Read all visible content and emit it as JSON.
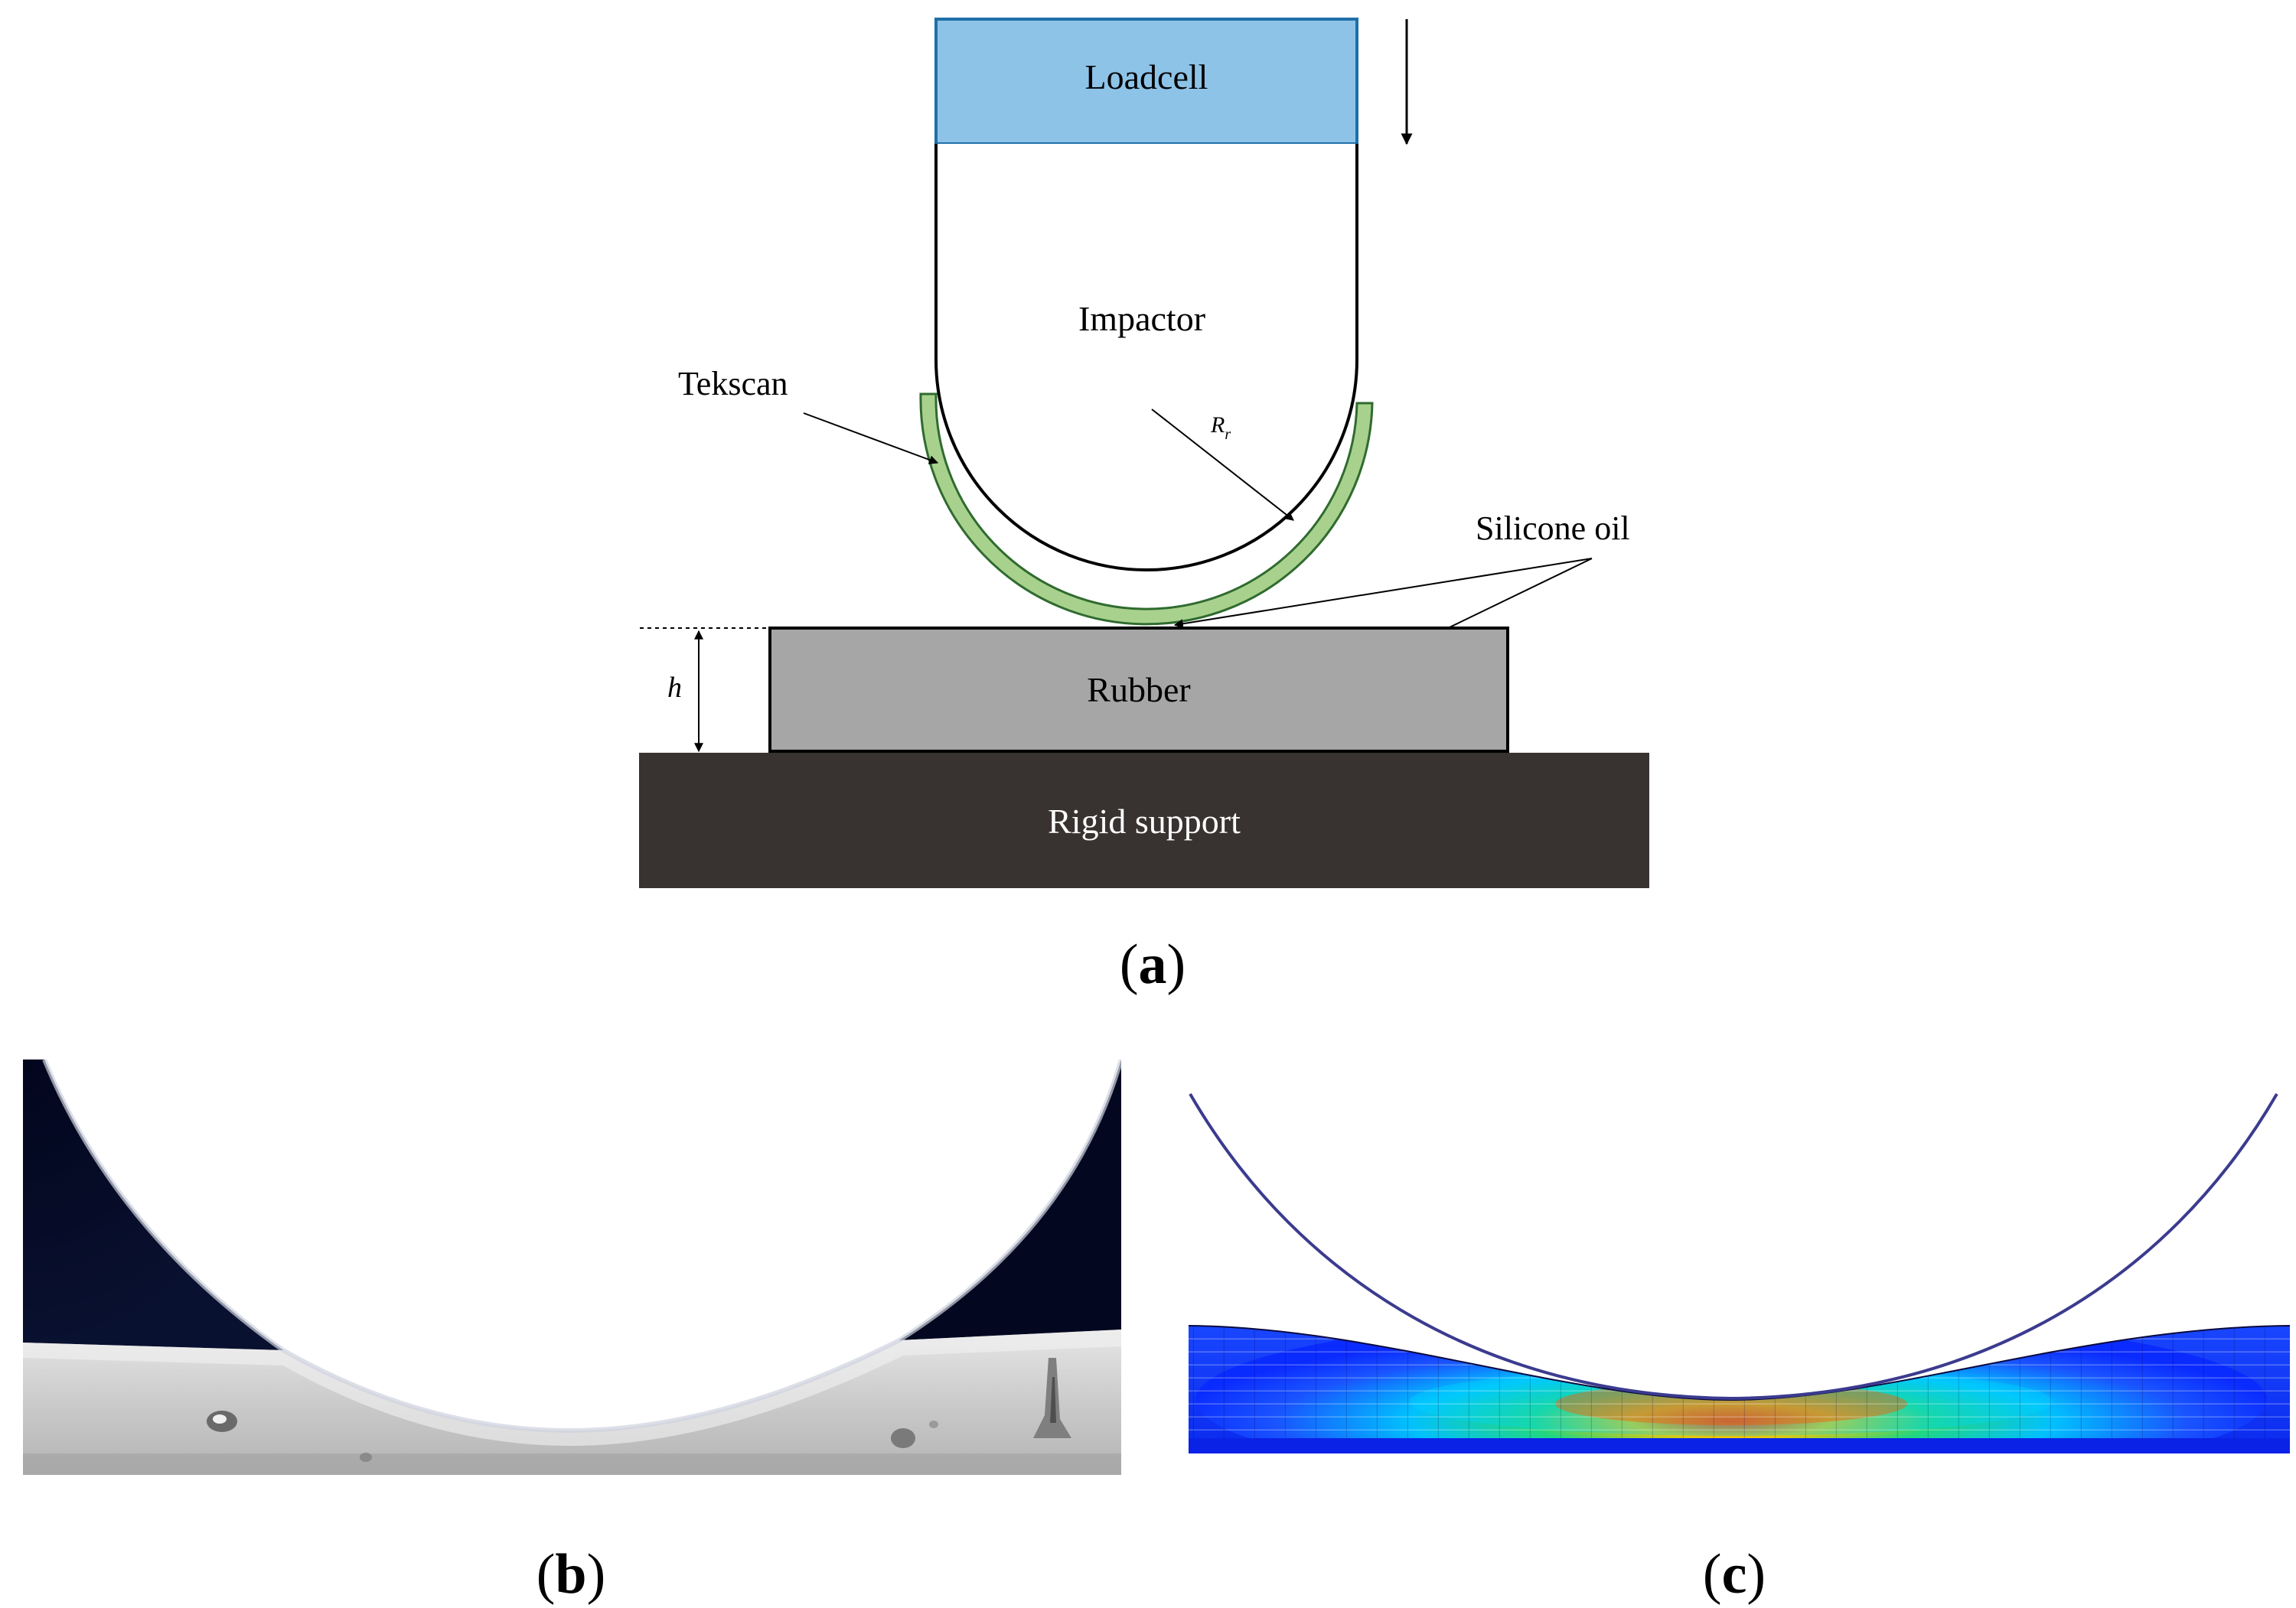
{
  "panel_a": {
    "label_letter": "a",
    "components": {
      "loadcell": "Loadcell",
      "impactor": "Impactor",
      "tekscan": "Tekscan",
      "radius_symbol": "R",
      "radius_subscript": "r",
      "silicone_oil": "Silicone oil",
      "rubber": "Rubber",
      "height_symbol": "h",
      "rigid_support": "Rigid support"
    },
    "colors": {
      "loadcell_fill": "#8ec3e8",
      "loadcell_stroke": "#1f6fa8",
      "tekscan_fill": "#a9d18e",
      "tekscan_stroke": "#2f6b2f",
      "rubber_fill": "#a6a6a6",
      "support_fill": "#383331"
    },
    "arrow_direction": "down"
  },
  "panel_b": {
    "label_letter": "b",
    "description": "photograph"
  },
  "panel_c": {
    "label_letter": "c",
    "description": "simulation",
    "colormap": [
      "#0a2aff",
      "#00c8ff",
      "#22e07a",
      "#f5d000",
      "#ff3a00"
    ]
  }
}
